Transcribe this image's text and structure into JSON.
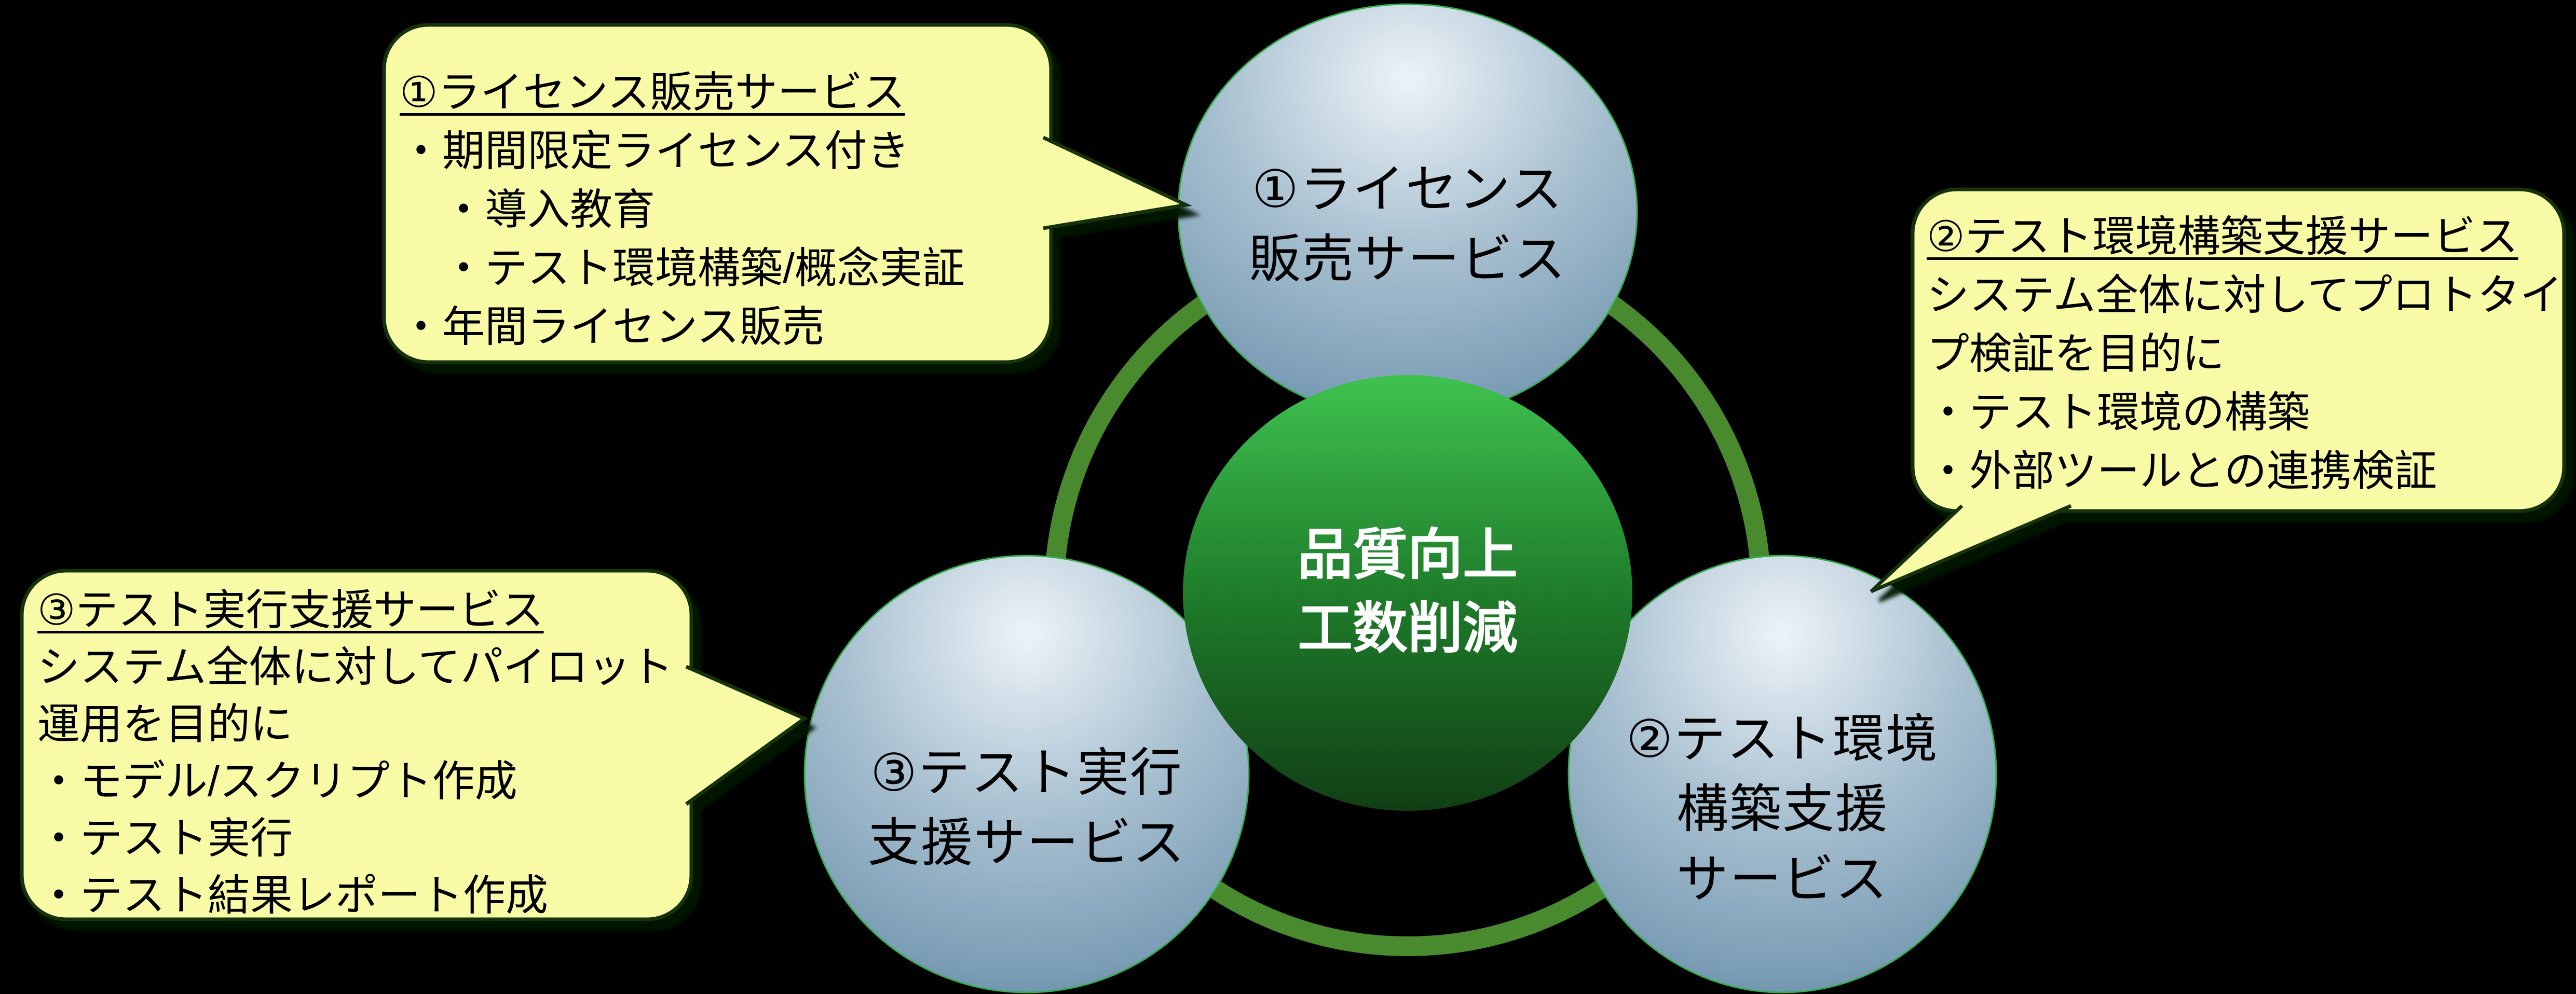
{
  "colors": {
    "background": "#000000",
    "ring": "#4a8a2e",
    "sphere_rim": "#2fae4a",
    "sphere_highlight": "#edf3f8",
    "sphere_mid": "#a8c0d0",
    "sphere_deep": "#4d7b9a",
    "circle_top": "#3fc24f",
    "circle_mid": "#1f7d2b",
    "circle_bottom": "#113f15",
    "callout_fill": "#f8faa5",
    "callout_border": "#15300d",
    "callout_shadow": "#051403",
    "sphere_text": "#000000",
    "center_text": "#ffffff"
  },
  "center": {
    "lines": [
      "品質向上",
      "工数削減"
    ]
  },
  "spheres": [
    {
      "id": "1",
      "lines": [
        "①ライセンス",
        "販売サービス"
      ]
    },
    {
      "id": "2",
      "lines": [
        "②テスト環境",
        "構築支援",
        "サービス"
      ]
    },
    {
      "id": "3",
      "lines": [
        "③テスト実行",
        "支援サービス"
      ]
    }
  ],
  "callouts": [
    {
      "heading": "①ライセンス販売サービス",
      "lines": [
        "・期間限定ライセンス付き",
        "　・導入教育",
        "　・テスト環境構築/概念実証",
        "・年間ライセンス販売"
      ]
    },
    {
      "heading": "②テスト環境構築支援サービス",
      "lines": [
        "システム全体に対してプロトタイ",
        "プ検証を目的に",
        "・テスト環境の構築",
        "・外部ツールとの連携検証"
      ]
    },
    {
      "heading": "③テスト実行支援サービス",
      "lines": [
        "システム全体に対してパイロット",
        "運用を目的に",
        "・モデル/スクリプト作成",
        "・テスト実行",
        "・テスト結果レポート作成"
      ]
    }
  ]
}
